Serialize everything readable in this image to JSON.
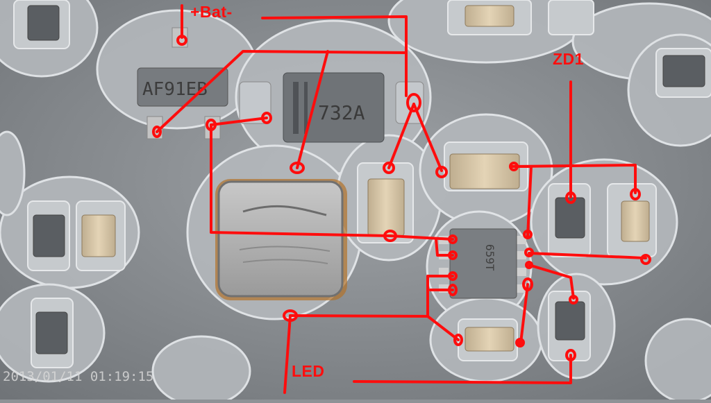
{
  "annotations": {
    "battery_label": "+Bat-",
    "zener_label": "ZD1",
    "led_label": "LED"
  },
  "timestamp": "2013/01/11 01:19:15",
  "component_markings": {
    "regulator": "AF91EB",
    "diode": "732A",
    "ic": "659T"
  },
  "colors": {
    "trace": "#ff0d0d",
    "board": "#8e9296",
    "pad": "#c4c8cc"
  }
}
